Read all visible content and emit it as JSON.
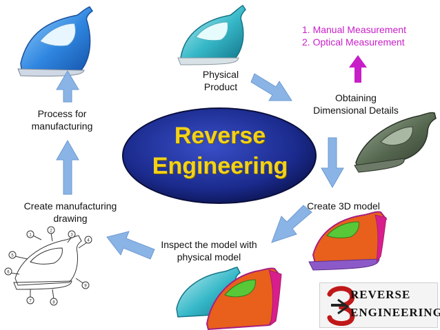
{
  "title": "Reverse Engineering",
  "title_lines": [
    "Reverse",
    "Engineering"
  ],
  "measurements": [
    "1. Manual Measurement",
    "2. Optical Measurement"
  ],
  "steps": {
    "physical_product": [
      "Physical",
      "Product"
    ],
    "obtaining_details": [
      "Obtaining",
      "Dimensional Details"
    ],
    "create_3d_model": "Create 3D model",
    "inspect_model": [
      "Inspect the model with",
      "physical model"
    ],
    "create_drawing": [
      "Create manufacturing",
      "drawing"
    ],
    "process_manufacturing": [
      "Process for",
      "manufacturing"
    ]
  },
  "logo": {
    "line1": "REVERSE",
    "line2": "ENGINEERING"
  },
  "drawing_callouts": [
    "1",
    "2",
    "3",
    "4",
    "5",
    "6",
    "7",
    "8",
    "9"
  ],
  "colors": {
    "arrow": "#8ab4e6",
    "measurement_text": "#c81ec8",
    "title_text": "#f2d21a",
    "ellipse": "#1a2a8c",
    "logo_red": "#c01818"
  }
}
